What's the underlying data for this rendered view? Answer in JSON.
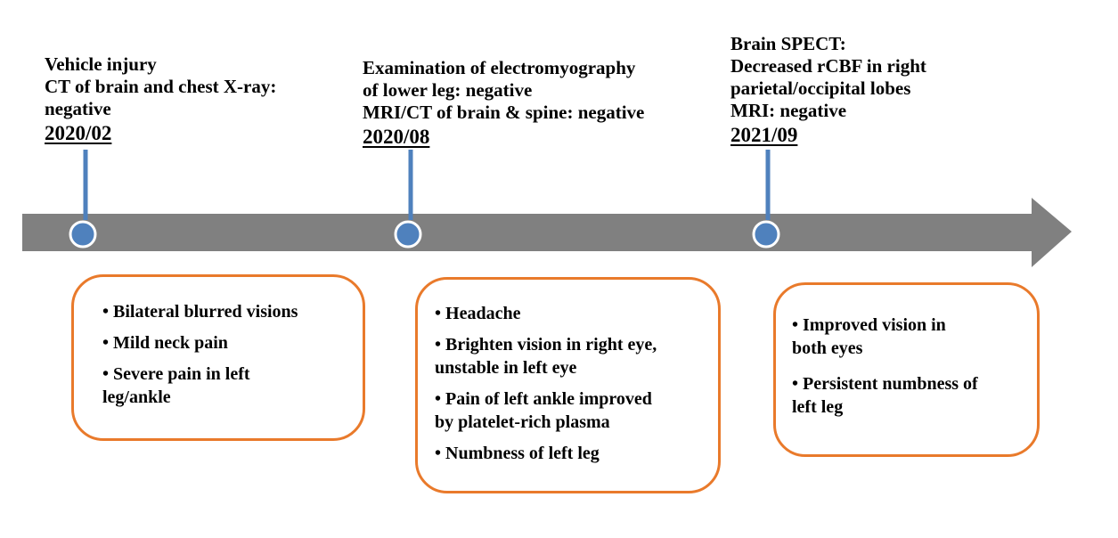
{
  "timeline": {
    "events": [
      {
        "lines": [
          "Vehicle injury",
          "CT of brain and chest X-ray:",
          "negative"
        ],
        "date": "2020/02",
        "symptoms": [
          [
            "Bilateral blurred visions"
          ],
          [
            "Mild neck pain"
          ],
          [
            "Severe pain in left",
            "leg/ankle"
          ]
        ]
      },
      {
        "lines": [
          "Examination of electromyography",
          "of lower leg: negative",
          "MRI/CT of brain & spine: negative"
        ],
        "date": "2020/08",
        "symptoms": [
          [
            "Headache"
          ],
          [
            "Brighten vision in right eye,",
            "unstable in left eye"
          ],
          [
            "Pain of left ankle improved",
            "by platelet-rich plasma"
          ],
          [
            "Numbness of left leg"
          ]
        ]
      },
      {
        "lines": [
          "Brain SPECT:",
          "Decreased rCBF in right",
          "parietal/occipital lobes",
          "MRI: negative"
        ],
        "date": "2021/09",
        "symptoms": [
          [
            "Improved vision in",
            "both eyes"
          ],
          [
            "Persistent numbness of",
            "left leg"
          ]
        ]
      }
    ]
  },
  "colors": {
    "arrow": "#808080",
    "marker_fill": "#4f81bd",
    "marker_stroke": "#ffffff",
    "stem": "#4f81bd",
    "box_border": "#e97a2b"
  }
}
